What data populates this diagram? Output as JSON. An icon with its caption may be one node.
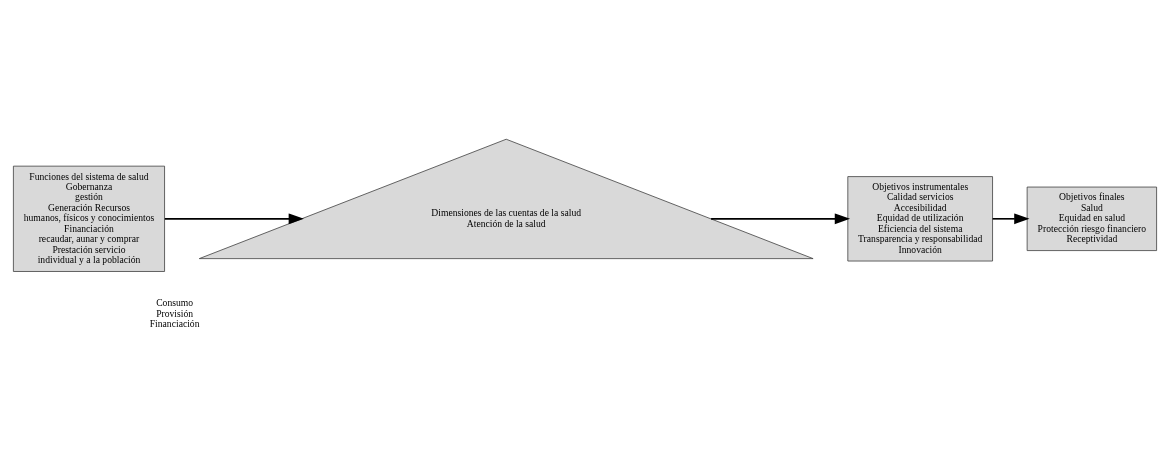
{
  "diagram": {
    "nodes": [
      {
        "text": [
          "Funciones del sistema de salud",
          "Gobernanza",
          "gestión",
          "Generación Recursos",
          "humanos, físicos y conocimientos",
          "Financiación",
          "recaudar, aunar y comprar",
          "Prestación servicio",
          "individual y a la población"
        ]
      },
      {
        "text": [
          "Dimensiones de las cuentas de la salud",
          "Atención de la salud"
        ],
        "beside": [
          "Consumo",
          "Provisión",
          "Financiación"
        ]
      },
      {
        "text": [
          "Objetivos instrumentales",
          "Calidad servicios",
          "Accesibilidad",
          "Equidad de utilización",
          "Eficiencia del sistema",
          "Transparencia y responsabilidad",
          "Innovación"
        ]
      },
      {
        "text": [
          "Objetivos finales",
          "Salud",
          "Equidad en salud",
          "Protección riesgo financiero",
          "Receptividad"
        ]
      }
    ],
    "edges": [
      {
        "from": 0,
        "to": 1,
        "arrow": "to"
      },
      {
        "from": 1,
        "to": 2,
        "arrow": "to"
      },
      {
        "from": 2,
        "to": 3,
        "arrow": "to"
      }
    ]
  }
}
